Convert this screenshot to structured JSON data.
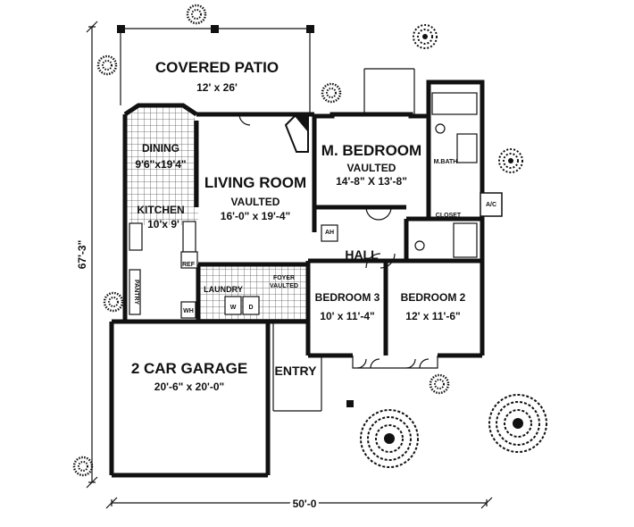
{
  "plan": {
    "covered_patio": {
      "name": "COVERED PATIO",
      "size": "12' x 26'"
    },
    "dining": {
      "name": "DINING",
      "size": "9'6\"x19'4\""
    },
    "living_room": {
      "name": "LIVING ROOM",
      "note": "VAULTED",
      "size": "16'-0\" x 19'-4\""
    },
    "m_bedroom": {
      "name": "M. BEDROOM",
      "note": "VAULTED",
      "size": "14'-8\" X 13'-8\""
    },
    "m_bath": {
      "name": "M.BATH"
    },
    "closet": {
      "name": "CLOSET"
    },
    "ac": {
      "name": "A/C"
    },
    "kitchen": {
      "name": "KITCHEN",
      "size": "10'x 9'"
    },
    "ah": {
      "name": "AH"
    },
    "hall": {
      "name": "HALL"
    },
    "ref": {
      "name": "REF"
    },
    "pantry": {
      "name": "PANTRY"
    },
    "laundry": {
      "name": "LAUNDRY"
    },
    "wh": {
      "name": "WH"
    },
    "washer": {
      "name": "W"
    },
    "dryer": {
      "name": "D"
    },
    "foyer": {
      "name": "FOYER",
      "note": "VAULTED"
    },
    "bedroom3": {
      "name": "BEDROOM 3",
      "size": "10' x 11'-4\""
    },
    "bedroom2": {
      "name": "BEDROOM 2",
      "size": "12' x 11'-6\""
    },
    "garage": {
      "name": "2 CAR GARAGE",
      "size": "20'-6\" x 20'-0\""
    },
    "entry": {
      "name": "ENTRY"
    }
  },
  "dimensions": {
    "depth": "67'-3\"",
    "width": "50'-0"
  }
}
